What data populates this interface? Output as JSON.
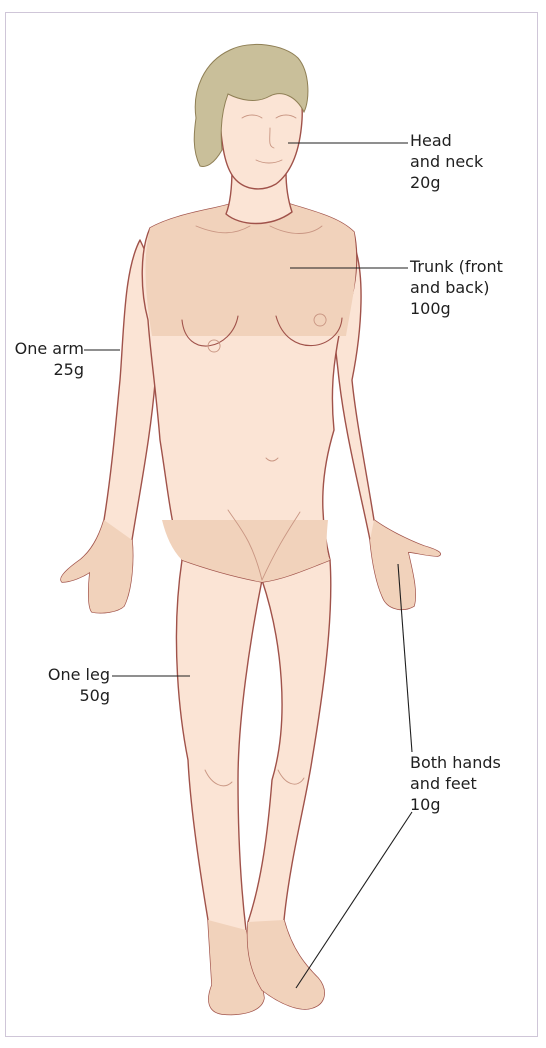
{
  "labels": {
    "head_neck": {
      "line1": "Head",
      "line2": "and neck",
      "value": "20g"
    },
    "trunk": {
      "line1": "Trunk (front",
      "line2": "and back)",
      "value": "100g"
    },
    "arm": {
      "line1": "One arm",
      "value": "25g"
    },
    "leg": {
      "line1": "One leg",
      "value": "50g"
    },
    "hands_feet": {
      "line1": "Both hands",
      "line2": "and feet",
      "value": "10g"
    }
  },
  "colors": {
    "skin": "#fbe4d5",
    "skin_shade": "#f1d2bb",
    "hair": "#c9bf9a",
    "outline": "#a0524a",
    "frame": "#cfc6d8",
    "leader_line": "#1f1f1f"
  }
}
